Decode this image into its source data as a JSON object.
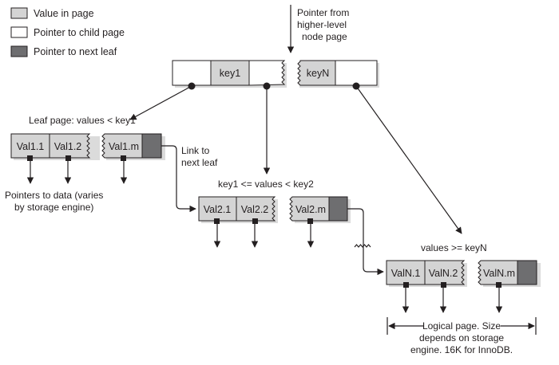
{
  "colors": {
    "value": "#d4d4d4",
    "child_pointer": "#ffffff",
    "next_leaf_pointer": "#6e6e70",
    "stroke": "#231f20",
    "shadow": "#bdbdbd"
  },
  "legend": [
    {
      "kind": "value",
      "label": "Value in page"
    },
    {
      "kind": "child",
      "label": "Pointer to child page"
    },
    {
      "kind": "next",
      "label": "Pointer to next leaf"
    }
  ],
  "root": {
    "pointer_label_lines": [
      "Pointer from",
      "higher-level",
      "node page"
    ],
    "key_first": "key1",
    "key_last": "keyN"
  },
  "leaves": [
    {
      "caption": "Leaf page: values < key1",
      "values": [
        "Val1.1",
        "Val1.2",
        "Val1.m"
      ]
    },
    {
      "caption": "key1 <= values < key2",
      "values": [
        "Val2.1",
        "Val2.2",
        "Val2.m"
      ]
    },
    {
      "caption": "values >= keyN",
      "values": [
        "ValN.1",
        "ValN.2",
        "ValN.m"
      ]
    }
  ],
  "annotations": {
    "link_to_next_leaf": [
      "Link to",
      "next leaf"
    ],
    "pointers_to_data": [
      "Pointers to data (varies",
      "by storage engine)"
    ],
    "logical_page": [
      "Logical page.  Size",
      "depends on storage",
      "engine.  16K for InnoDB."
    ]
  }
}
